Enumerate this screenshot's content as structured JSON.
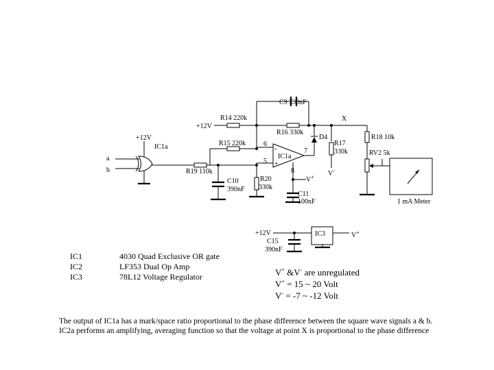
{
  "labels": {
    "c9": "C9  390nF",
    "x": "X",
    "r14": "R14  220k",
    "plus12_top": "+12V",
    "r16": "R16  330k",
    "d4": "D4",
    "r18": "R18  10k",
    "plus12_ic1a": "+12V",
    "ic1a_gate": "IC1a",
    "r15": "R15  220k",
    "pin6": "6",
    "pin7": "7",
    "r17_name": "R17",
    "r17_val": "330k",
    "rv2": "RV2  5k",
    "input_a": "a",
    "input_b": "b",
    "pin5": "5",
    "ic1a_opamp": "IC1a",
    "minus_sign": "-",
    "plus_sign": "+",
    "pin8": "8",
    "r19": "R19  110k",
    "c10_name": "C10",
    "c10_val": "390nF",
    "r20_name": "R20",
    "r20_val": "330k",
    "vplus_node": "V",
    "vminus_node": "V",
    "c11_name": "C11",
    "c11_val": "100nF",
    "meter": "1 mA Meter",
    "reg_in": "+12V",
    "c15_name": "C15",
    "c15_val": "390nF",
    "ic3_box": "IC3",
    "reg_out": "V"
  },
  "superscripts": {
    "plus": "+",
    "minus": "-"
  },
  "parts": [
    {
      "id": "IC1",
      "desc": "4030  Quad Exclusive OR gate"
    },
    {
      "id": "IC2",
      "desc": "LF353  Dual Op Amp"
    },
    {
      "id": "IC3",
      "desc": "78L12  Voltage Regulator"
    }
  ],
  "supply": {
    "line1_a": "V",
    "line1_b": " &V",
    "line1_c": " are unregulated",
    "line2_a": "V",
    "line2_b": " = 15 ~ 20 Volt",
    "line3_a": "V",
    "line3_b": " = -7 ~ -12 Volt"
  },
  "note": {
    "line1": "The output of IC1a has a mark/space ratio proportional to the phase difference between the square wave signals a & b.",
    "line2": "IC2a performs an amplifying, averaging function so that the voltage at point X is proportional to the phase difference"
  }
}
